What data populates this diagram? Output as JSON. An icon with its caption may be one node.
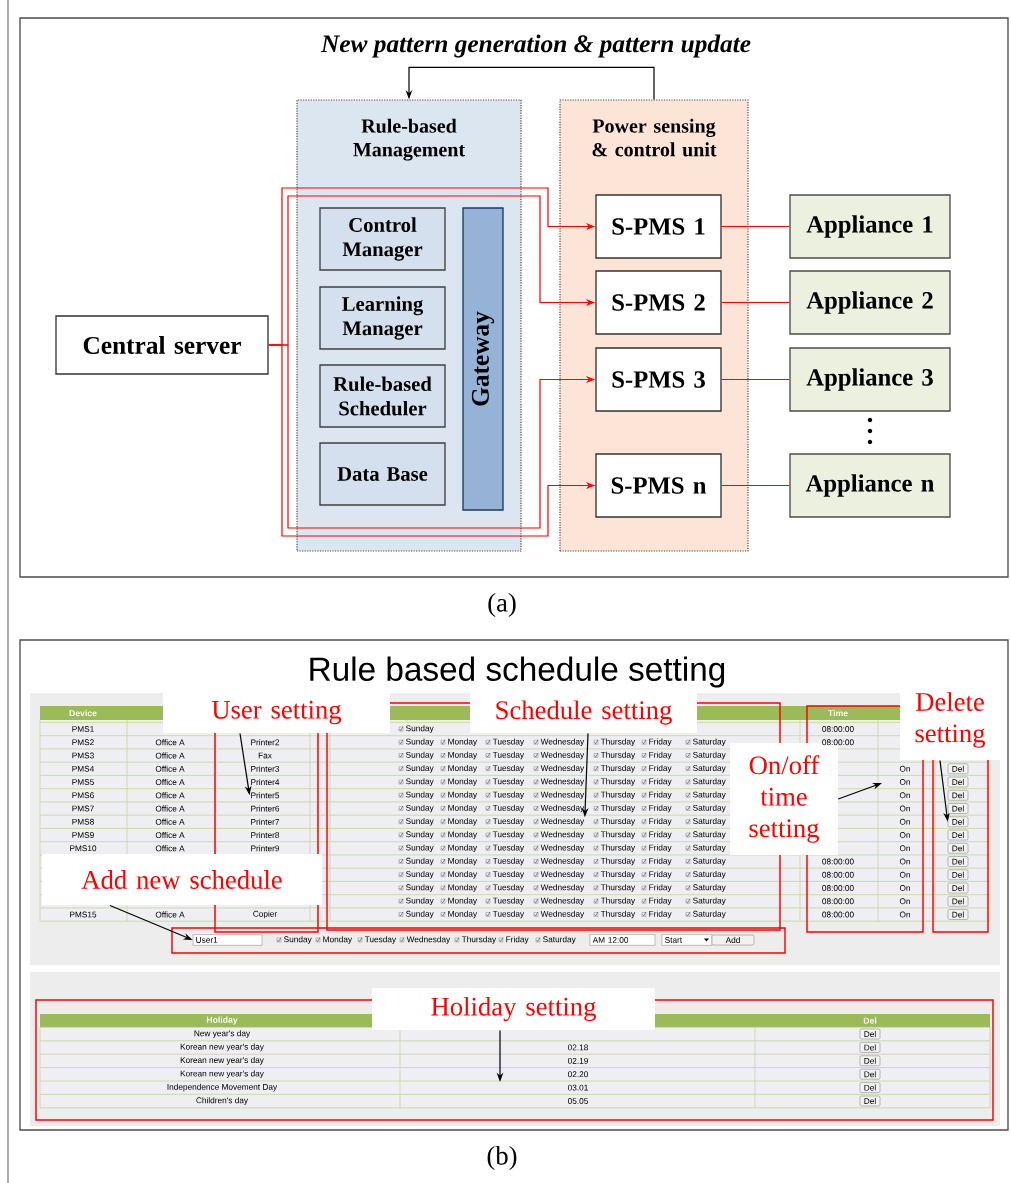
{
  "diagram": {
    "nodes": [
      {
        "text": [
          "Rule-based Management"
        ]
      },
      {
        "text": [
          "Control Manager"
        ],
        "in": 0
      },
      {
        "text": [
          "Learning Manager"
        ],
        "in": 0
      },
      {
        "text": [
          "Rule-based Scheduler"
        ],
        "in": 0
      },
      {
        "text": [
          "Data Base"
        ],
        "in": 0
      },
      {
        "text": [
          "Gateway"
        ],
        "in": 0
      },
      {
        "text": [
          "Power sensing & control unit"
        ]
      },
      {
        "text": [
          "S-PMS 1"
        ],
        "in": 6
      },
      {
        "text": [
          "S-PMS 2"
        ],
        "in": 6
      },
      {
        "text": [
          "S-PMS 3"
        ],
        "in": 6
      },
      {
        "text": [
          "S-PMS n"
        ],
        "in": 6
      },
      {
        "text": [
          "Appliance 1"
        ]
      },
      {
        "text": [
          "Appliance 2"
        ]
      },
      {
        "text": [
          "Appliance 3"
        ]
      },
      {
        "text": [
          "Appliance n"
        ]
      },
      {
        "text": [
          "Central server"
        ]
      },
      {
        "text": [
          "User setting"
        ]
      },
      {
        "text": [
          "Schedule setting"
        ]
      },
      {
        "text": [
          "On/off time setting"
        ]
      },
      {
        "text": [
          "Delete setting"
        ]
      },
      {
        "text": [
          "Add new schedule"
        ]
      },
      {
        "text": [
          "Holiday setting"
        ]
      },
      {
        "text": [
          "Printer5"
        ]
      },
      {
        "text": [
          "Wednesday"
        ]
      },
      {
        "text": [
          "Del"
        ]
      },
      {
        "text": [
          "User1"
        ]
      }
    ],
    "edges": [
      {
        "from": 15,
        "to": 7,
        "arrow": "to"
      },
      {
        "from": 15,
        "to": 8,
        "arrow": "to"
      },
      {
        "from": 15,
        "to": 9,
        "arrow": "to"
      },
      {
        "from": 15,
        "to": 10,
        "arrow": "to"
      },
      {
        "from": 7,
        "to": 11,
        "arrow": "none"
      },
      {
        "from": 8,
        "to": 12,
        "arrow": "none"
      },
      {
        "from": 9,
        "to": 13,
        "arrow": "none"
      },
      {
        "from": 10,
        "to": 14,
        "arrow": "none"
      },
      {
        "from": 6,
        "to": 0,
        "arrow": "to",
        "label": "New pattern generation & pattern update",
        "color": "#000000"
      },
      {
        "from": 16,
        "to": 22,
        "arrow": "to",
        "color": "#000000"
      },
      {
        "from": 17,
        "to": 23,
        "arrow": "to",
        "color": "#000000"
      },
      {
        "from": 18,
        "to": null,
        "arrow": "to",
        "color": "#000000"
      },
      {
        "from": 19,
        "to": 24,
        "arrow": "to",
        "color": "#000000"
      },
      {
        "from": 20,
        "to": 25,
        "arrow": "to",
        "color": "#000000"
      },
      {
        "from": 21,
        "to": null,
        "arrow": "to",
        "color": "#000000"
      }
    ],
    "labels": [
      "(a)",
      "Rule based schedule setting",
      "Device",
      "Time",
      "PMS1",
      "Sunday",
      "08:00:00",
      "PMS2",
      "Office A",
      "Printer2",
      "Sunday",
      "Monday",
      "Tuesday",
      "Wednesday",
      "Thursday",
      "Friday",
      "Saturday",
      "08:00:00",
      "PMS3",
      "Office A",
      "Fax",
      "Sunday",
      "Monday",
      "Tuesday",
      "Wednesday",
      "Thursday",
      "Friday",
      "Saturday",
      "PMS4",
      "Office A",
      "Printer3",
      "Sunday",
      "Monday",
      "Tuesday",
      "Wednesday",
      "Thursday",
      "Friday",
      "Saturday",
      "On",
      "Del",
      "PMS5",
      "Office A",
      "Printer4",
      "Sunday",
      "Monday",
      "Tuesday",
      "Wednesday",
      "Thursday",
      "Friday",
      "Saturday",
      "On",
      "Del",
      "PMS6",
      "Office A",
      "Sunday",
      "Monday",
      "Tuesday",
      "Wednesday",
      "Thursday",
      "Friday",
      "Saturday",
      "On",
      "Del",
      "PMS7",
      "Office A",
      "Printer6",
      "Sunday",
      "Monday",
      "Tuesday",
      "Wednesday",
      "Thursday",
      "Friday",
      "Saturday",
      "On",
      "Del",
      "PMS8",
      "Office A",
      "Printer7",
      "Sunday",
      "Monday",
      "Tuesday",
      "Thursday",
      "Friday",
      "Saturday",
      "On",
      "PMS9",
      "Office A",
      "Printer8",
      "Sunday",
      "Monday",
      "Tuesday",
      "Wednesday",
      "Thursday",
      "Friday",
      "Saturday",
      "On",
      "Del",
      "PMS10",
      "Office A",
      "Printer9",
      "Sunday",
      "Monday",
      "Tuesday",
      "Wednesday",
      "Thursday",
      "Friday",
      "Saturday",
      "On",
      "Del",
      "Sunday",
      "Monday",
      "Tuesday",
      "Wednesday",
      "Thursday",
      "Friday",
      "Saturday",
      "08:00:00",
      "On",
      "Del",
      "Sunday",
      "Monday",
      "Tuesday",
      "Wednesday",
      "Thursday",
      "Friday",
      "Saturday",
      "08:00:00",
      "On",
      "Del",
      "Sunday",
      "Monday",
      "Tuesday",
      "Wednesday",
      "Thursday",
      "Friday",
      "Saturday",
      "08:00:00",
      "On",
      "Del",
      "Sunday",
      "Monday",
      "Tuesday",
      "Wednesday",
      "Thursday",
      "Friday",
      "Saturday",
      "08:00:00",
      "On",
      "Del",
      "PMS15",
      "Office A",
      "Copier",
      "Sunday",
      "Monday",
      "Tuesday",
      "Wednesday",
      "Thursday",
      "Friday",
      "Saturday",
      "08:00:00",
      "On",
      "Del",
      "Sunday",
      "Monday",
      "Tuesday",
      "Wednesday",
      "Thursday",
      "Friday",
      "Saturday",
      "AM 12:00",
      "Start",
      "Add",
      "Holiday",
      "Del",
      "New year's day",
      "Del",
      "Korean new year's day",
      "02.18",
      "Del",
      "Korean new year's day",
      "02.19",
      "Del",
      "Korean new year's day",
      "02.20",
      "Del",
      "Independence Movement Day",
      "03.01",
      "Del",
      "Children's day",
      "05.05",
      "Del",
      "(b)"
    ]
  }
}
